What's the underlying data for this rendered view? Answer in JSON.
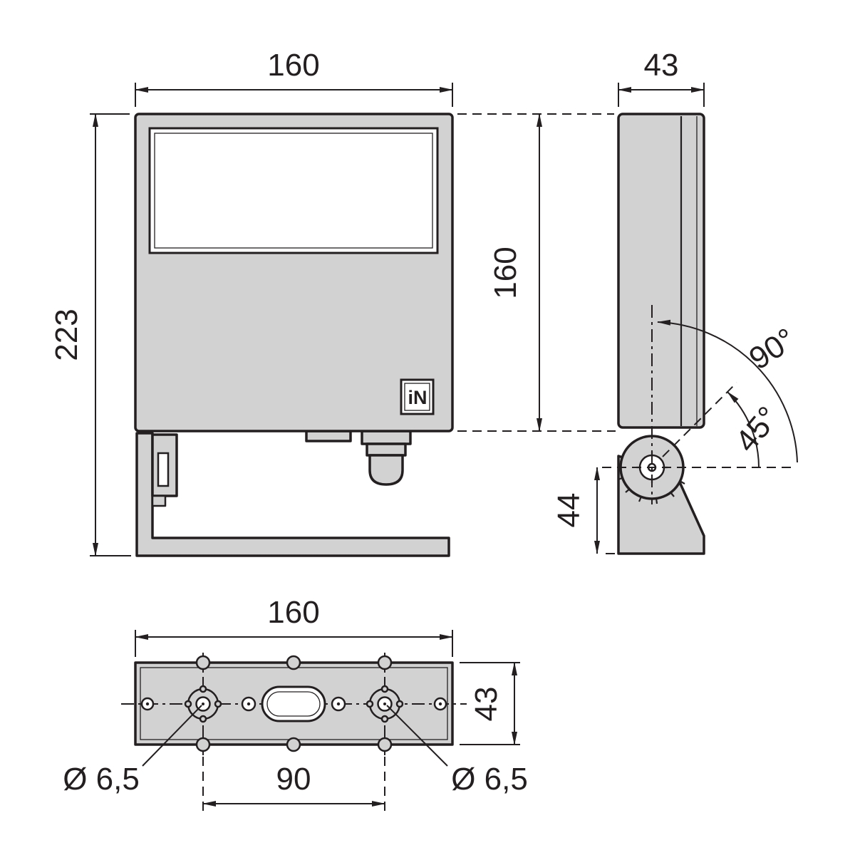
{
  "drawing": {
    "type": "luminaire-dimension-drawing",
    "front": {
      "width": "160",
      "total_height": "223",
      "body_height": "160",
      "logo": "iN"
    },
    "side": {
      "depth": "43",
      "angle_full": "90°",
      "angle_half": "45°",
      "bracket_height": "44"
    },
    "bottom": {
      "width": "160",
      "depth": "43",
      "hole_left": "Ø 6,5",
      "hole_right": "Ø 6,5",
      "hole_spacing": "90"
    },
    "colors": {
      "line": "#231f20",
      "body_fill": "#d2d2d2",
      "background": "#ffffff"
    }
  }
}
